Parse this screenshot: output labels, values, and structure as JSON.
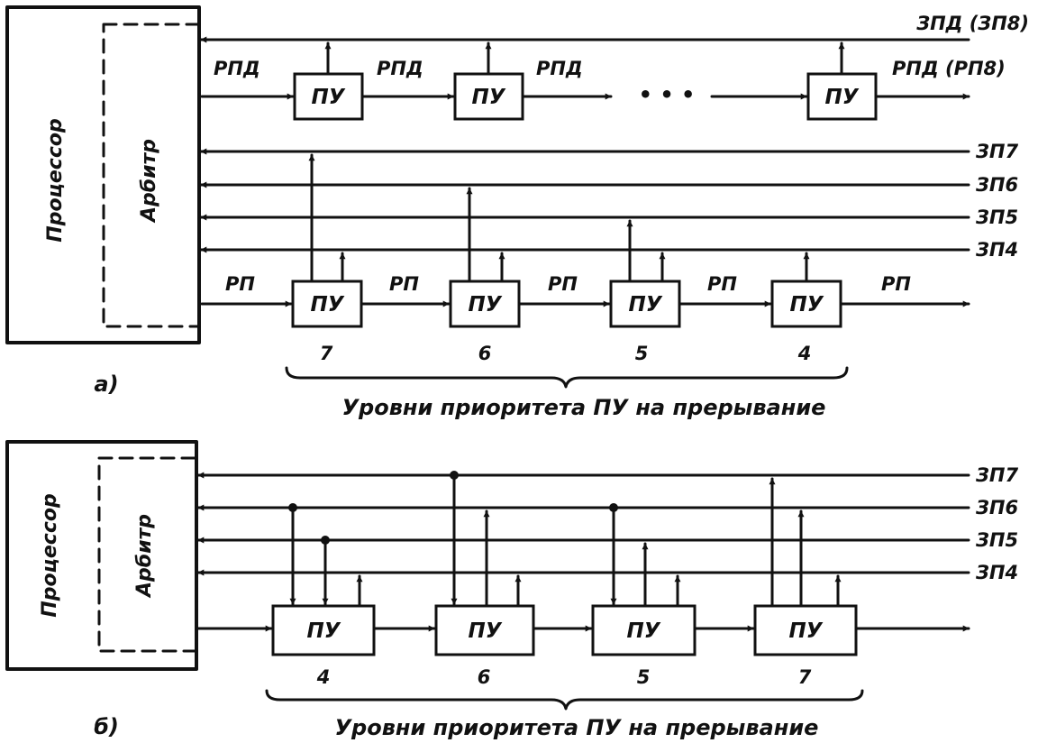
{
  "diagram_a": {
    "marker": "а)",
    "processor_label": "Процессор",
    "arbiter_label": "Арбитр",
    "bus_zpd_label": "ЗПД (ЗП8)",
    "chain_rpd_labels": [
      "РПД",
      "РПД",
      "РПД",
      "РПД (РП8)"
    ],
    "ellipsis": "• • •",
    "chain_rpd_units": [
      "ПУ",
      "ПУ",
      "ПУ"
    ],
    "bus_labels": [
      "ЗП7",
      "ЗП6",
      "ЗП5",
      "ЗП4"
    ],
    "chain_rp_labels": [
      "РП",
      "РП",
      "РП",
      "РП",
      "РП"
    ],
    "units": [
      {
        "label": "ПУ",
        "level": "7"
      },
      {
        "label": "ПУ",
        "level": "6"
      },
      {
        "label": "ПУ",
        "level": "5"
      },
      {
        "label": "ПУ",
        "level": "4"
      }
    ],
    "caption": "Уровни приоритета ПУ на прерывание"
  },
  "diagram_b": {
    "marker": "б)",
    "processor_label": "Процессор",
    "arbiter_label": "Арбитр",
    "bus_labels": [
      "ЗП7",
      "ЗП6",
      "ЗП5",
      "ЗП4"
    ],
    "units": [
      {
        "label": "ПУ",
        "level": "4"
      },
      {
        "label": "ПУ",
        "level": "6"
      },
      {
        "label": "ПУ",
        "level": "5"
      },
      {
        "label": "ПУ",
        "level": "7"
      }
    ],
    "caption": "Уровни приоритета ПУ на прерывание"
  },
  "colors": {
    "ink": "#111111",
    "paper": "#ffffff"
  }
}
